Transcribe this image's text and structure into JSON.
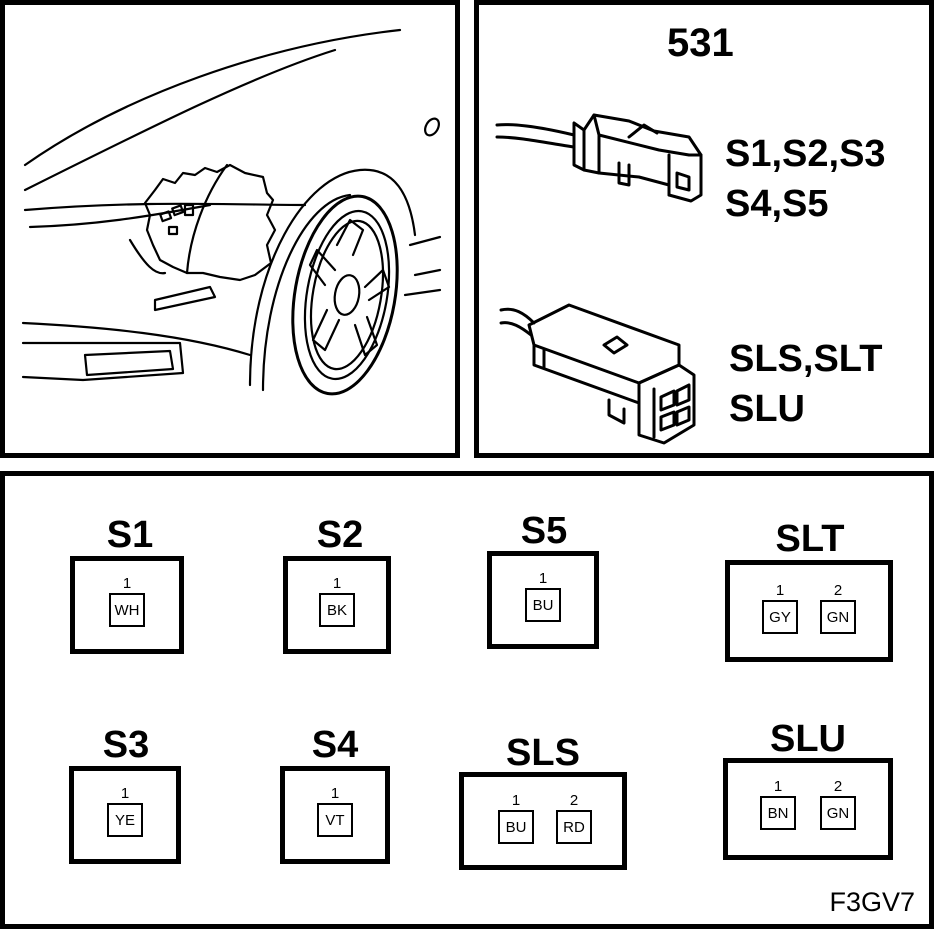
{
  "header": {
    "component_number": "531"
  },
  "connector_types": [
    {
      "id": "2pin-small",
      "label_line1": "S1,S2,S3",
      "label_line2": "S4,S5"
    },
    {
      "id": "2pin-large",
      "label_line1": "SLS,SLT",
      "label_line2": "SLU"
    }
  ],
  "connectors": {
    "s1": {
      "name": "S1",
      "pins": [
        {
          "num": "1",
          "color": "WH"
        }
      ]
    },
    "s2": {
      "name": "S2",
      "pins": [
        {
          "num": "1",
          "color": "BK"
        }
      ]
    },
    "s5": {
      "name": "S5",
      "pins": [
        {
          "num": "1",
          "color": "BU"
        }
      ]
    },
    "slt": {
      "name": "SLT",
      "pins": [
        {
          "num": "1",
          "color": "GY"
        },
        {
          "num": "2",
          "color": "GN"
        }
      ]
    },
    "s3": {
      "name": "S3",
      "pins": [
        {
          "num": "1",
          "color": "YE"
        }
      ]
    },
    "s4": {
      "name": "S4",
      "pins": [
        {
          "num": "1",
          "color": "VT"
        }
      ]
    },
    "sls": {
      "name": "SLS",
      "pins": [
        {
          "num": "1",
          "color": "BU"
        },
        {
          "num": "2",
          "color": "RD"
        }
      ]
    },
    "slu": {
      "name": "SLU",
      "pins": [
        {
          "num": "1",
          "color": "BN"
        },
        {
          "num": "2",
          "color": "GN"
        }
      ]
    }
  },
  "footer": {
    "figure_ref": "F3GV7"
  }
}
